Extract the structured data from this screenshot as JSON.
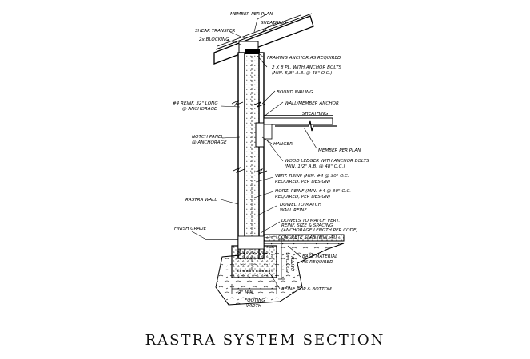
{
  "title": "RASTRA SYSTEM SECTION",
  "labels": {
    "member_per_plan_top": "MEMBER PER PLAN",
    "sheathing_top": "SHEATHING",
    "shear_transfer": "SHEAR TRANSFER",
    "blocking": "2x BLOCKING",
    "framing_anchor": "FRAMING ANCHOR AS REQUIRED",
    "sill_plate_1": "2 X 8 PL. WITH ANCHOR BOLTS",
    "sill_plate_2": "(MIN. 5/8\" A.B. @ 48\" O.C.)",
    "bound_nailing": "BOUND NAILING",
    "wall_member_anchor": "WALL/MEMBER ANCHOR",
    "reinf_1": "#4 REINF. 32\" LONG",
    "reinf_2": "@ ANCHORAGE",
    "sheathing_mid": "SHEATHING",
    "notch_panel_1": "NOTCH PANEL",
    "notch_panel_2": "@ ANCHORAGE",
    "hanger": "HANGER",
    "member_per_plan_mid": "MEMBER PER PLAN",
    "ledger_1": "WOOD LEDGER WITH ANCHOR BOLTS",
    "ledger_2": "(MIN. 1/2\" A.B. @ 48\" O.C.)",
    "vert_reinf_1": "VERT. REINF (MIN. #4 @ 30\" O.C.",
    "vert_reinf_2": "REQUIRED, PER DESIGN)",
    "horz_reinf_1": "HORZ. REINF (MIN. #4 @ 30\" O.C.",
    "horz_reinf_2": "REQUIRED, PER DESIGN)",
    "rastra_wall": "RASTRA WALL",
    "dowel_1": "DOWEL TO MATCH",
    "dowel_2": "WALL REINF.",
    "dowels_1": "DOWELS TO MATCH VERT.",
    "dowels_2": "REINF. SIZE & SPACING",
    "dowels_3": "(ANCHORAGE LENGTH PER CODE)",
    "finish_grade": "FINISH GRADE",
    "slab": "CONCRETE SLAB (MIN. 4\")",
    "base_1": "BASE MATERIAL",
    "base_2": "AS REQUIRED",
    "footing_depth_1": "FOOTING",
    "footing_depth_2": "DEPTH",
    "reinf_top_bottom": "REINF. TOP & BOTTOM",
    "dim_small": "2\" MIN.",
    "footing_width_1": "FOOTING",
    "footing_width_2": "WIDTH"
  }
}
